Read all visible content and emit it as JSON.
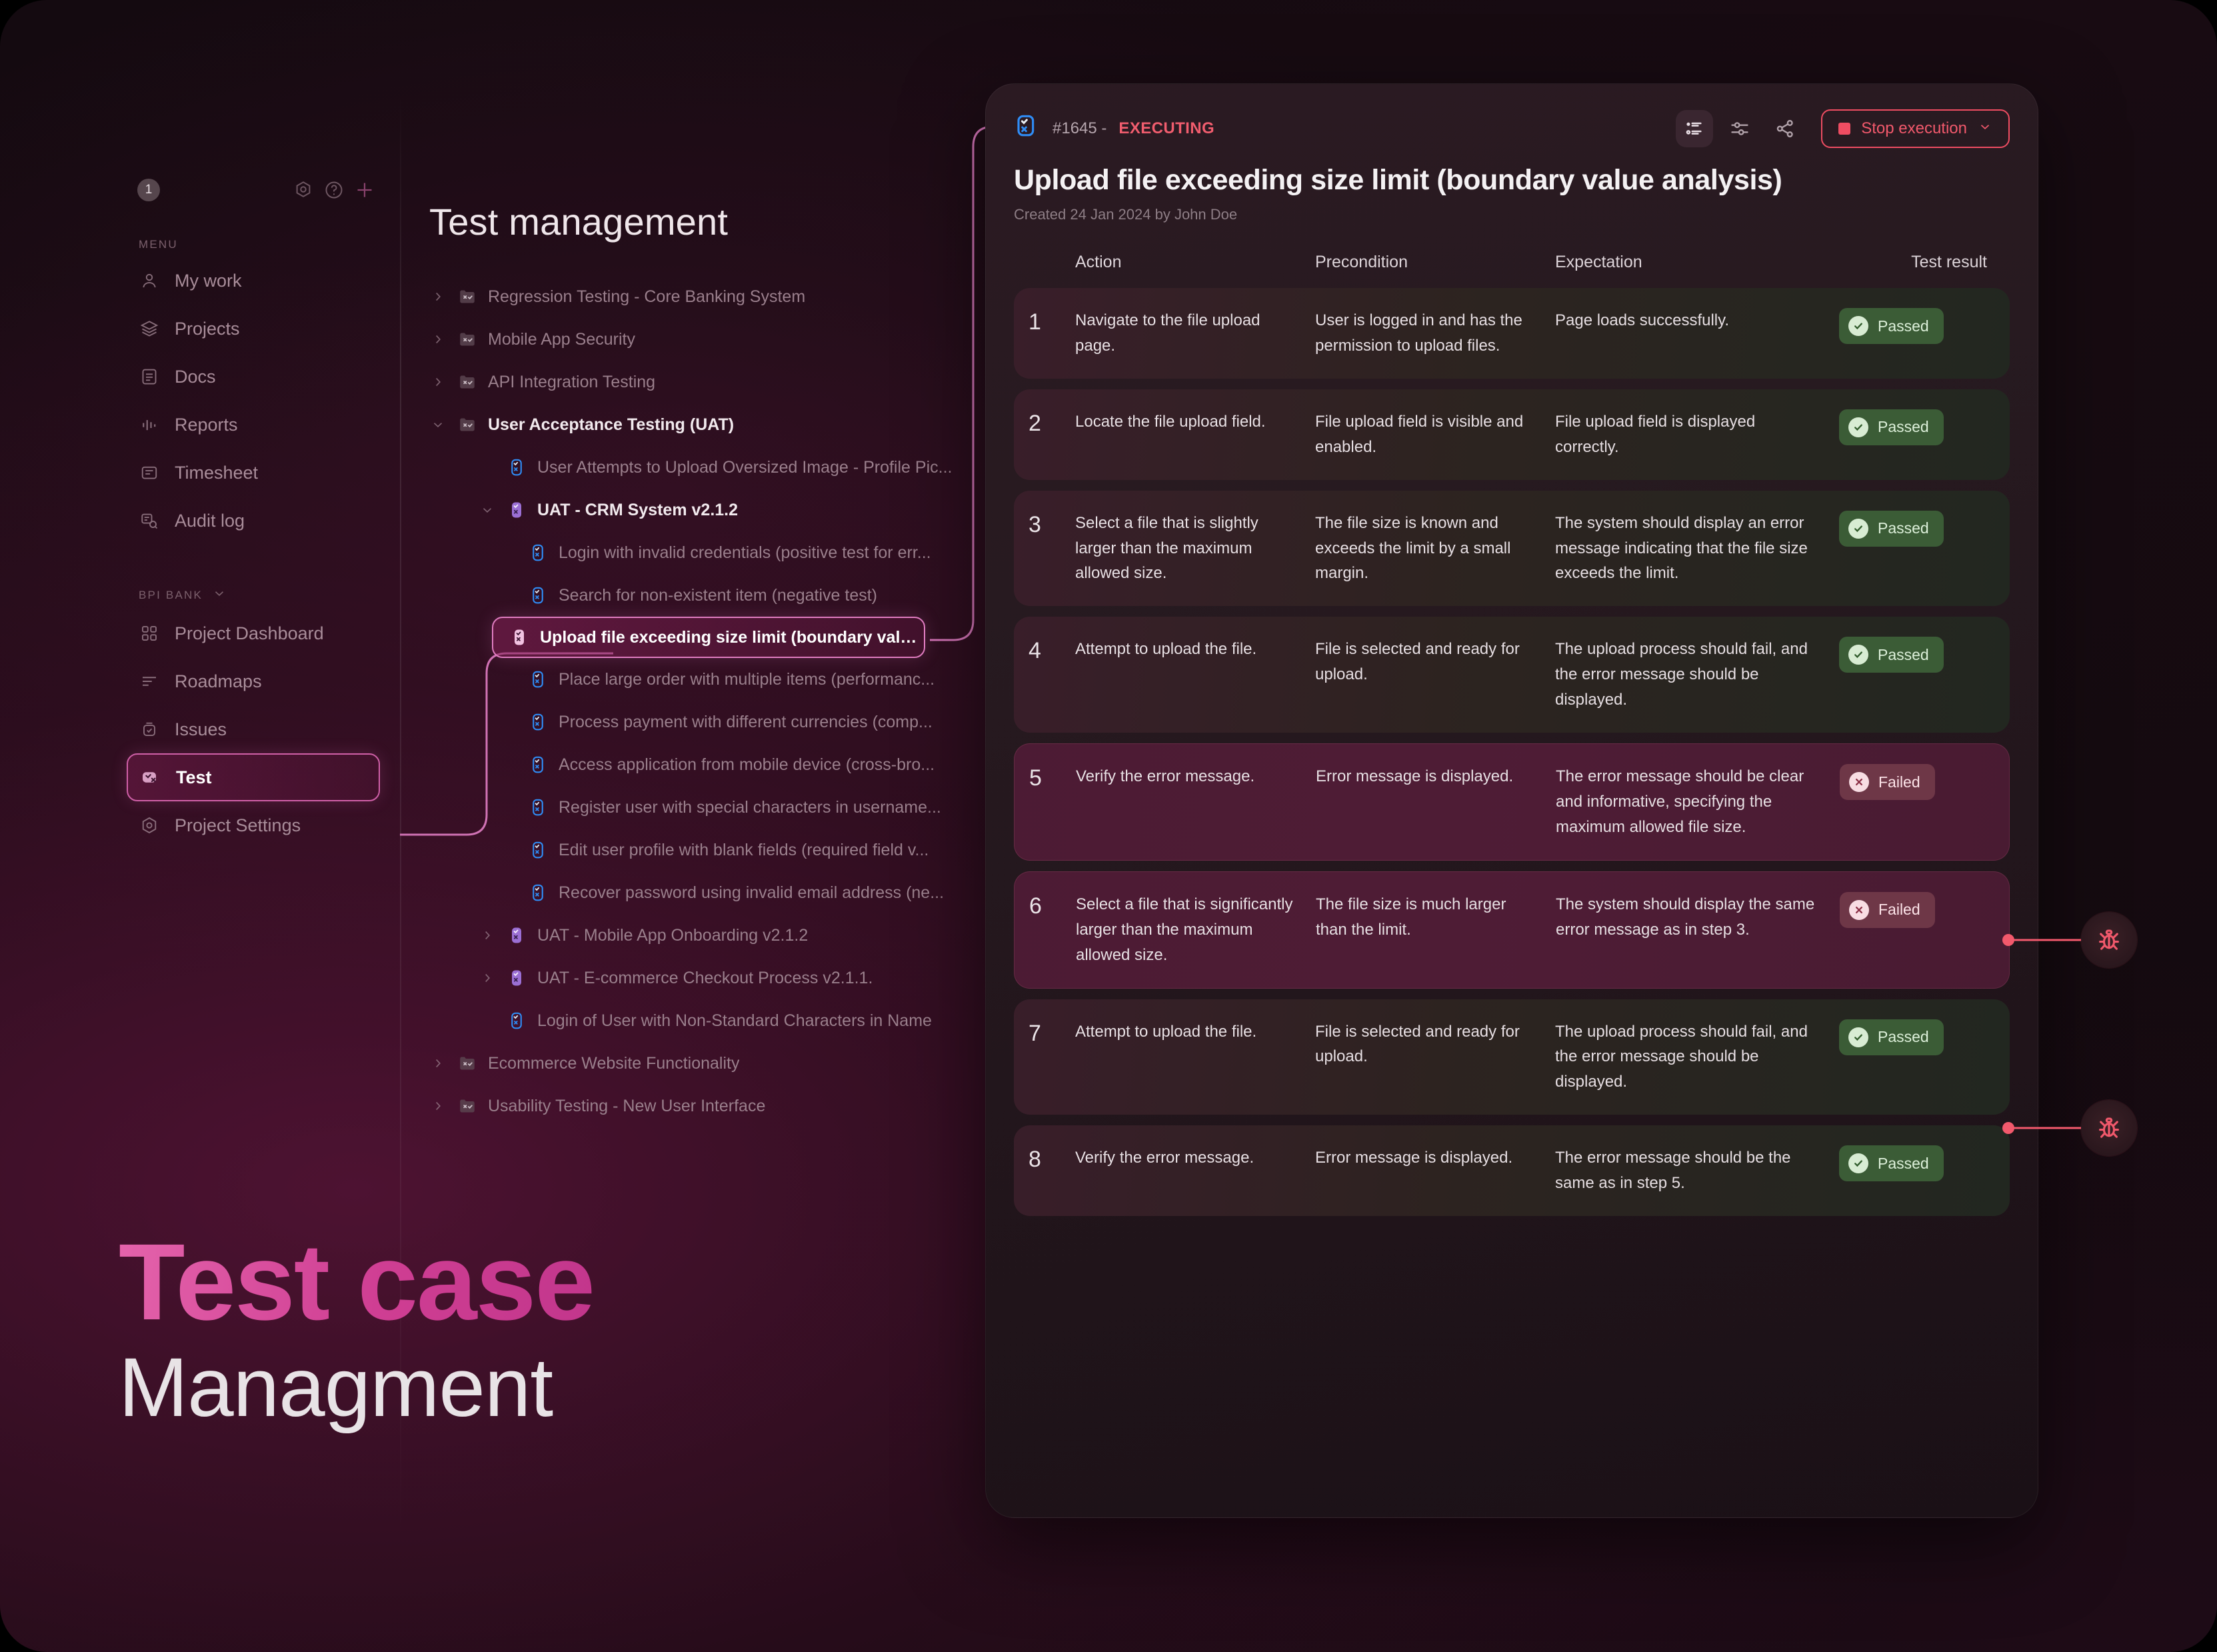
{
  "rail": {
    "badge": "1",
    "icons": [
      "camera-icon",
      "help-icon",
      "plus-icon"
    ]
  },
  "sidebar": {
    "menu_label": "MENU",
    "menu_items": [
      {
        "label": "My work",
        "icon": "user-icon"
      },
      {
        "label": "Projects",
        "icon": "layers-icon"
      },
      {
        "label": "Docs",
        "icon": "document-icon"
      },
      {
        "label": "Reports",
        "icon": "bars-icon"
      },
      {
        "label": "Timesheet",
        "icon": "calendar-icon"
      },
      {
        "label": "Audit log",
        "icon": "audit-icon"
      }
    ],
    "project_label": "BPI BANK",
    "project_items": [
      {
        "label": "Project Dashboard",
        "icon": "grid-icon",
        "active": false
      },
      {
        "label": "Roadmaps",
        "icon": "roadmap-icon",
        "active": false
      },
      {
        "label": "Issues",
        "icon": "issues-icon",
        "active": false
      },
      {
        "label": "Test",
        "icon": "test-icon",
        "active": true
      },
      {
        "label": "Project Settings",
        "icon": "settings-icon",
        "active": false
      }
    ]
  },
  "tree": {
    "title": "Test management",
    "items": [
      {
        "label": "Regression Testing - Core Banking System",
        "level": 1,
        "icon": "folder-test-icon",
        "chevron": "right",
        "bold": false,
        "selected": false
      },
      {
        "label": "Mobile App Security",
        "level": 1,
        "icon": "folder-test-icon",
        "chevron": "right",
        "bold": false,
        "selected": false
      },
      {
        "label": "API Integration Testing",
        "level": 1,
        "icon": "folder-test-icon",
        "chevron": "right",
        "bold": false,
        "selected": false
      },
      {
        "label": "User Acceptance Testing (UAT)",
        "level": 1,
        "icon": "folder-test-icon",
        "chevron": "down",
        "bold": true,
        "selected": false
      },
      {
        "label": "User Attempts to Upload Oversized Image -  Profile Pic...",
        "level": 2,
        "icon": "testcase-blue-icon",
        "chevron": "none",
        "bold": false,
        "selected": false
      },
      {
        "label": "UAT - CRM System v2.1.2",
        "level": 2,
        "icon": "suite-purple-icon",
        "chevron": "down",
        "bold": true,
        "selected": false
      },
      {
        "label": "Login with invalid credentials (positive test for err...",
        "level": 3,
        "icon": "testcase-blue-icon",
        "chevron": "none",
        "bold": false,
        "selected": false
      },
      {
        "label": "Search for non-existent item (negative test)",
        "level": 3,
        "icon": "testcase-blue-icon",
        "chevron": "none",
        "bold": false,
        "selected": false
      },
      {
        "label": "Upload file exceeding size limit (boundary valu...",
        "level": 3,
        "icon": "testcase-pink-icon",
        "chevron": "none",
        "bold": true,
        "selected": true
      },
      {
        "label": "Place large order with multiple items (performanc...",
        "level": 3,
        "icon": "testcase-blue-icon",
        "chevron": "none",
        "bold": false,
        "selected": false
      },
      {
        "label": "Process payment with different currencies (comp...",
        "level": 3,
        "icon": "testcase-blue-icon",
        "chevron": "none",
        "bold": false,
        "selected": false
      },
      {
        "label": "Access application from mobile device (cross-bro...",
        "level": 3,
        "icon": "testcase-blue-icon",
        "chevron": "none",
        "bold": false,
        "selected": false
      },
      {
        "label": "Register user with special characters in username...",
        "level": 3,
        "icon": "testcase-blue-icon",
        "chevron": "none",
        "bold": false,
        "selected": false
      },
      {
        "label": "Edit user profile with blank fields (required field v...",
        "level": 3,
        "icon": "testcase-blue-icon",
        "chevron": "none",
        "bold": false,
        "selected": false
      },
      {
        "label": "Recover password using invalid email address (ne...",
        "level": 3,
        "icon": "testcase-blue-icon",
        "chevron": "none",
        "bold": false,
        "selected": false
      },
      {
        "label": "UAT - Mobile App Onboarding v2.1.2",
        "level": 2,
        "icon": "suite-purple-icon",
        "chevron": "right",
        "bold": false,
        "selected": false
      },
      {
        "label": "UAT - E-commerce Checkout Process v2.1.1.",
        "level": 2,
        "icon": "suite-purple-icon",
        "chevron": "right",
        "bold": false,
        "selected": false
      },
      {
        "label": "Login of User with Non-Standard Characters in Name",
        "level": 2,
        "icon": "testcase-blue-icon",
        "chevron": "none",
        "bold": false,
        "selected": false
      },
      {
        "label": "Ecommerce Website Functionality",
        "level": 1,
        "icon": "folder-test-icon",
        "chevron": "right",
        "bold": false,
        "selected": false
      },
      {
        "label": "Usability Testing - New User Interface",
        "level": 1,
        "icon": "folder-test-icon",
        "chevron": "right",
        "bold": false,
        "selected": false
      }
    ]
  },
  "hero": {
    "line1": "Test case",
    "line2": "Managment"
  },
  "card": {
    "case_number": "#1645 - ",
    "status": "EXECUTING",
    "title": "Upload file exceeding size limit (boundary value analysis)",
    "created": "Created 24 Jan 2024 by John Doe",
    "toolbar": {
      "list_view": "list-view-icon",
      "filter": "sliders-icon",
      "share": "share-icon",
      "stop_label": "Stop execution",
      "stop_chevron": "chevron-down-icon"
    },
    "columns": [
      "Action",
      "Precondition",
      "Expectation",
      "Test result"
    ],
    "steps": [
      {
        "num": "1",
        "action": "Navigate to the file upload page.",
        "precondition": "User is logged in and has the permission to upload files.",
        "expectation": "Page loads successfully.",
        "result": "Passed",
        "state": "pass"
      },
      {
        "num": "2",
        "action": "Locate the file upload field.",
        "precondition": "File upload field is visible and enabled.",
        "expectation": "File upload field is displayed correctly.",
        "result": "Passed",
        "state": "pass"
      },
      {
        "num": "3",
        "action": "Select a file that is slightly larger than the maximum allowed size.",
        "precondition": "The file size is known and exceeds the limit by a small margin.",
        "expectation": "The system should display an error message indicating that the file size exceeds the limit.",
        "result": "Passed",
        "state": "pass"
      },
      {
        "num": "4",
        "action": "Attempt to upload the file.",
        "precondition": "File is selected and ready for upload.",
        "expectation": "The upload process should fail, and the error message should be displayed.",
        "result": "Passed",
        "state": "pass"
      },
      {
        "num": "5",
        "action": "Verify the error message.",
        "precondition": "Error message is displayed.",
        "expectation": "The error message should be clear and informative, specifying the maximum allowed file size.",
        "result": "Failed",
        "state": "fail"
      },
      {
        "num": "6",
        "action": "Select a file that is significantly larger than the maximum allowed size.",
        "precondition": "The file size is much larger than the limit.",
        "expectation": "The system should display the same error message as in step 3.",
        "result": "Failed",
        "state": "fail"
      },
      {
        "num": "7",
        "action": "Attempt to upload the file.",
        "precondition": "File is selected and ready for upload.",
        "expectation": "The upload process should fail, and the error message should be displayed.",
        "result": "Passed",
        "state": "pass"
      },
      {
        "num": "8",
        "action": "Verify the error message.",
        "precondition": "Error message is displayed.",
        "expectation": "The error message should be the same as in step 5.",
        "result": "Passed",
        "state": "pass"
      }
    ]
  },
  "bug_markers": [
    {
      "icon": "bug-icon",
      "for_step": "5"
    },
    {
      "icon": "bug-icon",
      "for_step": "6"
    }
  ],
  "colors": {
    "accent_pink": "#d060a8",
    "hero_pink": "#cf3e93",
    "danger": "#ef4d62",
    "pass_bg": "#3b5c36",
    "fail_bg": "#6e3747",
    "bg": "#140a10"
  }
}
